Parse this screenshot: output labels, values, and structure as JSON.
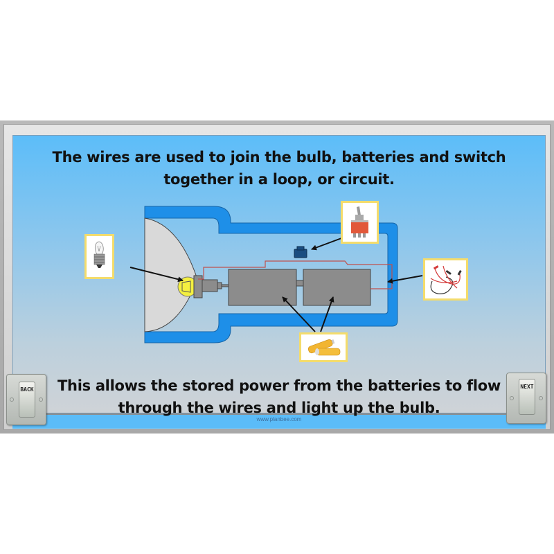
{
  "slide": {
    "heading_line1": "The wires are used to join the bulb, batteries and switch",
    "heading_line2": "together in a loop, or circuit.",
    "body_line1": "This allows the stored power from the batteries to flow",
    "body_line2": "through the wires and light up the bulb.",
    "footer": "www.planbee.com"
  },
  "nav": {
    "back_label": "BACK",
    "next_label": "NEXT"
  },
  "diagram": {
    "labels": [
      {
        "name": "bulb",
        "icon": "light-bulb-photo"
      },
      {
        "name": "switch",
        "icon": "toggle-switch-photo"
      },
      {
        "name": "wires",
        "icon": "crocodile-clip-wires-photo"
      },
      {
        "name": "batteries",
        "icon": "aa-batteries-photo"
      }
    ]
  },
  "colors": {
    "panel_blue": "#5bbcf8",
    "torch_body": "#1e8fe8",
    "battery": "#8c8c8c",
    "wire": "#c0504d",
    "bulb": "#f4f040",
    "frame_yellow": "#f4dc6c"
  }
}
